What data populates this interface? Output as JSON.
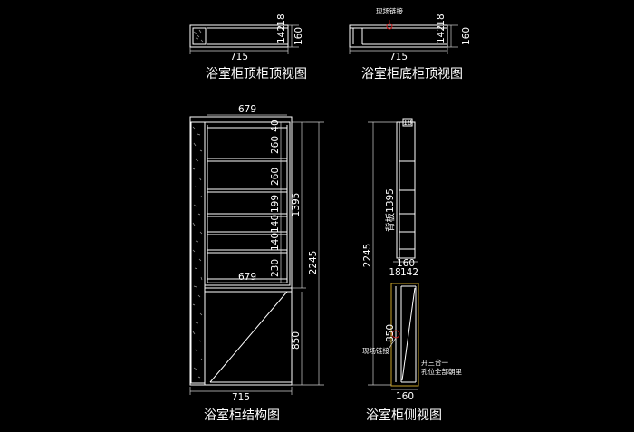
{
  "colors": {
    "background": "#000000",
    "line": "#ffffff",
    "marker": "#d11b1b",
    "accent": "#c9a227"
  },
  "top_view_upper": {
    "title": "浴室柜顶柜顶视图",
    "dims": {
      "width": "715",
      "d1": "18",
      "d2": "142",
      "depth": "160"
    }
  },
  "top_view_lower": {
    "title": "浴室柜底柜顶视图",
    "note": "现场链接",
    "dims": {
      "width": "715",
      "d1": "18",
      "d2": "142",
      "depth": "160"
    }
  },
  "structure": {
    "title": "浴室柜结构图",
    "top_width": "679",
    "mid_width": "679",
    "bottom_width": "715",
    "shelves": [
      "40",
      "260",
      "260",
      "199",
      "140",
      "140",
      "230"
    ],
    "upper_height": "1395",
    "total_height": "2245",
    "lower_height": "850"
  },
  "side_view": {
    "title": "浴室柜侧视图",
    "back_panel": "背板",
    "upper_height": "1395",
    "total_height": "2245",
    "lower_height": "850",
    "top_dim": "18",
    "depth_top": "160",
    "d1": "18",
    "d2": "142",
    "bottom_depth": "160",
    "note_link": "现场链接",
    "note_open_1": "开三合一",
    "note_open_2": "孔位全部朝里"
  }
}
